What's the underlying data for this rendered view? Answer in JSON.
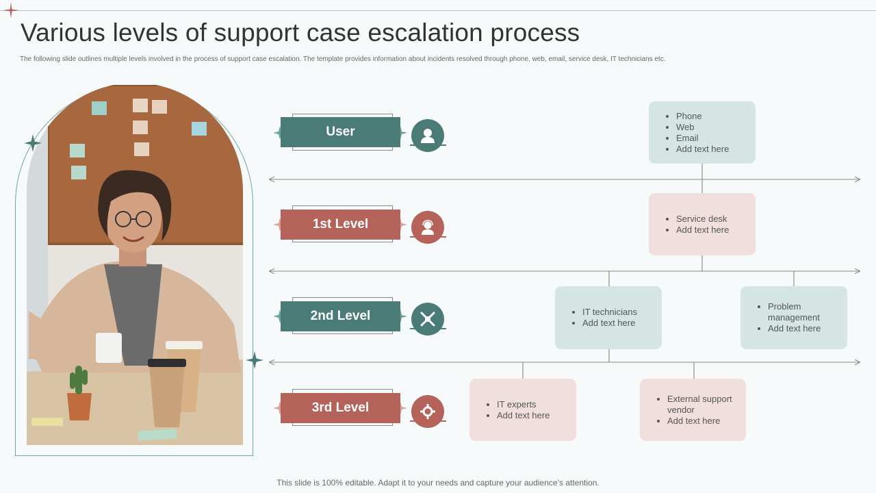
{
  "title": "Various levels of support case escalation process",
  "subtitle": "The following slide outlines multiple  levels involved in the process of support case escalation. The template provides information about incidents resolved through phone, web, email, service desk, IT technicians etc.",
  "footer": "This slide is 100% editable. Adapt it to your needs and capture your audience’s attention.",
  "colors": {
    "teal": "#4a7b77",
    "rose": "#b4625a",
    "teal_light": "#d5e5e4",
    "rose_light": "#f1dfdd",
    "accent_star": "#b4625a"
  },
  "levels": [
    {
      "label": "User",
      "color": "teal",
      "icon": "user-icon"
    },
    {
      "label": "1st Level",
      "color": "rose",
      "icon": "support-agent-icon"
    },
    {
      "label": "2nd Level",
      "color": "teal",
      "icon": "tools-icon"
    },
    {
      "label": "3rd Level",
      "color": "rose",
      "icon": "gear-service-icon"
    }
  ],
  "cards": {
    "user": {
      "items": [
        "Phone",
        "Web",
        "Email",
        "Add text here"
      ]
    },
    "service": {
      "items": [
        "Service desk",
        "Add text here"
      ]
    },
    "it_tech": {
      "items": [
        "IT technicians",
        "Add text here"
      ]
    },
    "problem": {
      "items": [
        "Problem management",
        "Add text here"
      ]
    },
    "it_experts": {
      "items": [
        "IT experts",
        "Add text here"
      ]
    },
    "external": {
      "items": [
        "External support vendor",
        "Add text here"
      ]
    }
  },
  "photo": {
    "description_icon": "photo-woman-office-icon"
  }
}
